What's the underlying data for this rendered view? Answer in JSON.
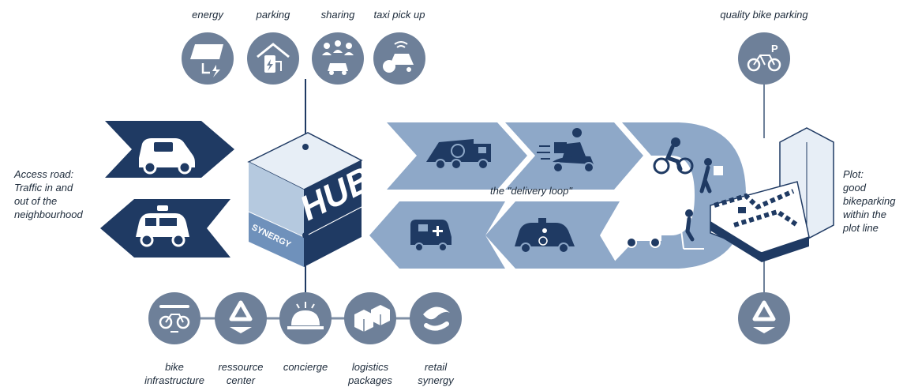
{
  "top_services": [
    {
      "label": "energy",
      "icon": "solar-panel-icon"
    },
    {
      "label": "parking",
      "icon": "ev-charging-garage-icon"
    },
    {
      "label": "sharing",
      "icon": "car-sharing-icon"
    },
    {
      "label": "taxi pick up",
      "icon": "taxi-hail-icon"
    }
  ],
  "bottom_services": [
    {
      "label_lines": [
        "bike",
        "infrastructure"
      ],
      "icon": "bike-repair-icon"
    },
    {
      "label_lines": [
        "ressource",
        "center"
      ],
      "icon": "recycle-icon"
    },
    {
      "label_lines": [
        "concierge"
      ],
      "icon": "concierge-bell-icon"
    },
    {
      "label_lines": [
        "logistics",
        "packages"
      ],
      "icon": "packages-icon"
    },
    {
      "label_lines": [
        "retail",
        "synergy"
      ],
      "icon": "croissant-icon"
    }
  ],
  "access_road": {
    "lines": [
      "Access road:",
      "Traffic in and",
      "out of the",
      "neighbourhood"
    ]
  },
  "hub": {
    "title": "HUB",
    "band_text": "SYNERGY"
  },
  "delivery_loop": {
    "label": "the \"delivery loop\""
  },
  "quality_bike": {
    "label": "quality bike parking",
    "icon": "bike-parking-icon"
  },
  "plot": {
    "lines": [
      "Plot:",
      "good",
      "bikeparking",
      "within the",
      "plot line"
    ]
  },
  "recycle_right": {
    "icon": "recycle-icon"
  },
  "colors": {
    "dark_navy": "#1f3a63",
    "mid_blue": "#8ea8c8",
    "light_blue": "#b9cde2",
    "circle_gray": "#6e8099",
    "text": "#1c2a3a"
  }
}
